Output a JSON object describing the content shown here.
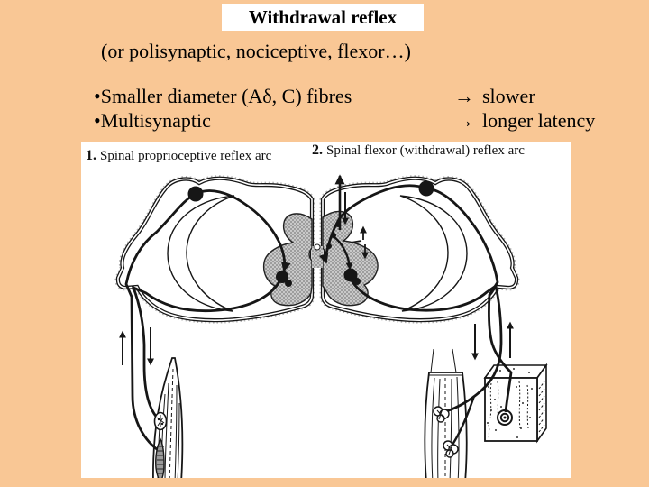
{
  "colors": {
    "background": "#F9C795",
    "paper": "#ffffff",
    "ink": "#161616",
    "gray_matter": "#c9c9c9"
  },
  "title": {
    "text": "Withdrawal reflex"
  },
  "subtitle": {
    "text": "(or polisynaptic, nociceptive, flexor…)"
  },
  "bullets": [
    {
      "marker": "•",
      "text": "Smaller diameter (Aδ, C) fibres",
      "arrow": "→",
      "result": "slower"
    },
    {
      "marker": "•",
      "text": "Multisynaptic",
      "arrow": "→",
      "result": "longer latency"
    }
  ],
  "figure": {
    "labels": [
      {
        "number": "1.",
        "text": "Spinal proprioceptive reflex arc"
      },
      {
        "number": "2.",
        "text": "Spinal flexor (withdrawal) reflex arc"
      }
    ]
  }
}
